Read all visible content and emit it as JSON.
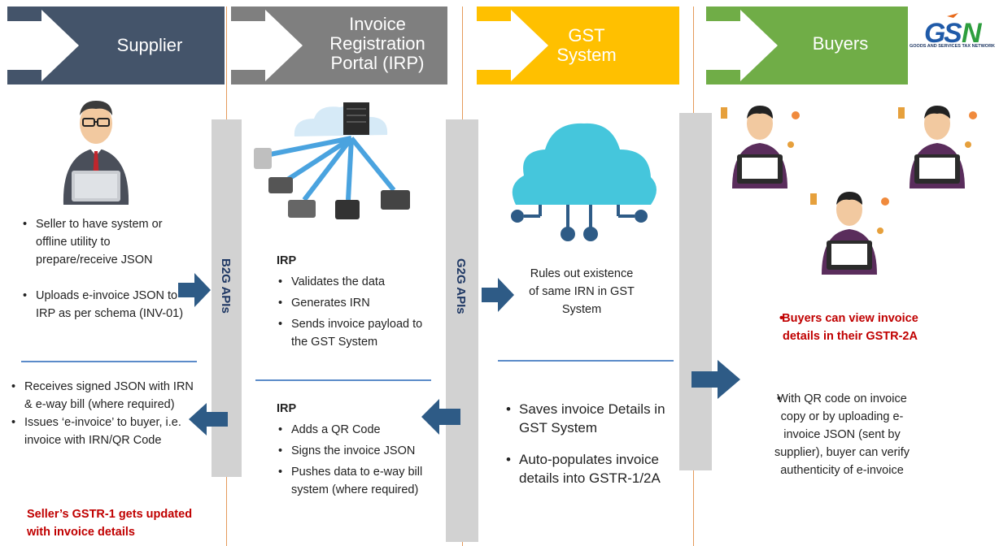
{
  "headers": {
    "supplier": "Supplier",
    "irp": [
      "Invoice",
      "Registration",
      "Portal (IRP)"
    ],
    "gst": [
      "GST",
      "System"
    ],
    "buyers": "Buyers"
  },
  "logo": {
    "tagline": "GOODS AND SERVICES TAX NETWORK"
  },
  "apis": {
    "b2g": "B2G APIs",
    "g2g": "G2G APIs"
  },
  "supplier": {
    "top_items": [
      "Seller to have system or offline utility to prepare/receive JSON",
      "Uploads e-invoice JSON to IRP as per schema (INV-01)"
    ],
    "bottom_items": [
      "Receives signed JSON with IRN & e-way bill (where required)",
      "Issues ‘e-invoice’ to buyer, i.e. invoice with IRN/QR Code"
    ],
    "highlight": "Seller’s GSTR-1 gets updated with invoice details"
  },
  "irp": {
    "top_heading": "IRP",
    "top_items": [
      "Validates the data",
      "Generates IRN",
      "Sends invoice payload to the GST System"
    ],
    "bottom_heading": "IRP",
    "bottom_items": [
      "Adds a QR Code",
      "Signs the invoice JSON",
      "Pushes data to e-way bill system (where required)"
    ]
  },
  "gst": {
    "rules_text": "Rules out existence of same IRN in GST System",
    "bottom_items": [
      "Saves invoice Details in GST System",
      "Auto-populates invoice details into GSTR-1/2A"
    ]
  },
  "buyers": {
    "highlight": "Buyers can view invoice details in their GSTR-2A",
    "note": "With QR code on invoice copy or by uploading e-invoice JSON (sent by supplier), buyer can verify authenticity of e-invoice"
  },
  "colors": {
    "supplier_header": "#44546a",
    "irp_header": "#7f7f7f",
    "gst_header": "#ffc000",
    "buyers_header": "#70ad47",
    "arrow_blue": "#2e5b86",
    "divider": "#5b8bc9",
    "highlight_red": "#c00000"
  }
}
